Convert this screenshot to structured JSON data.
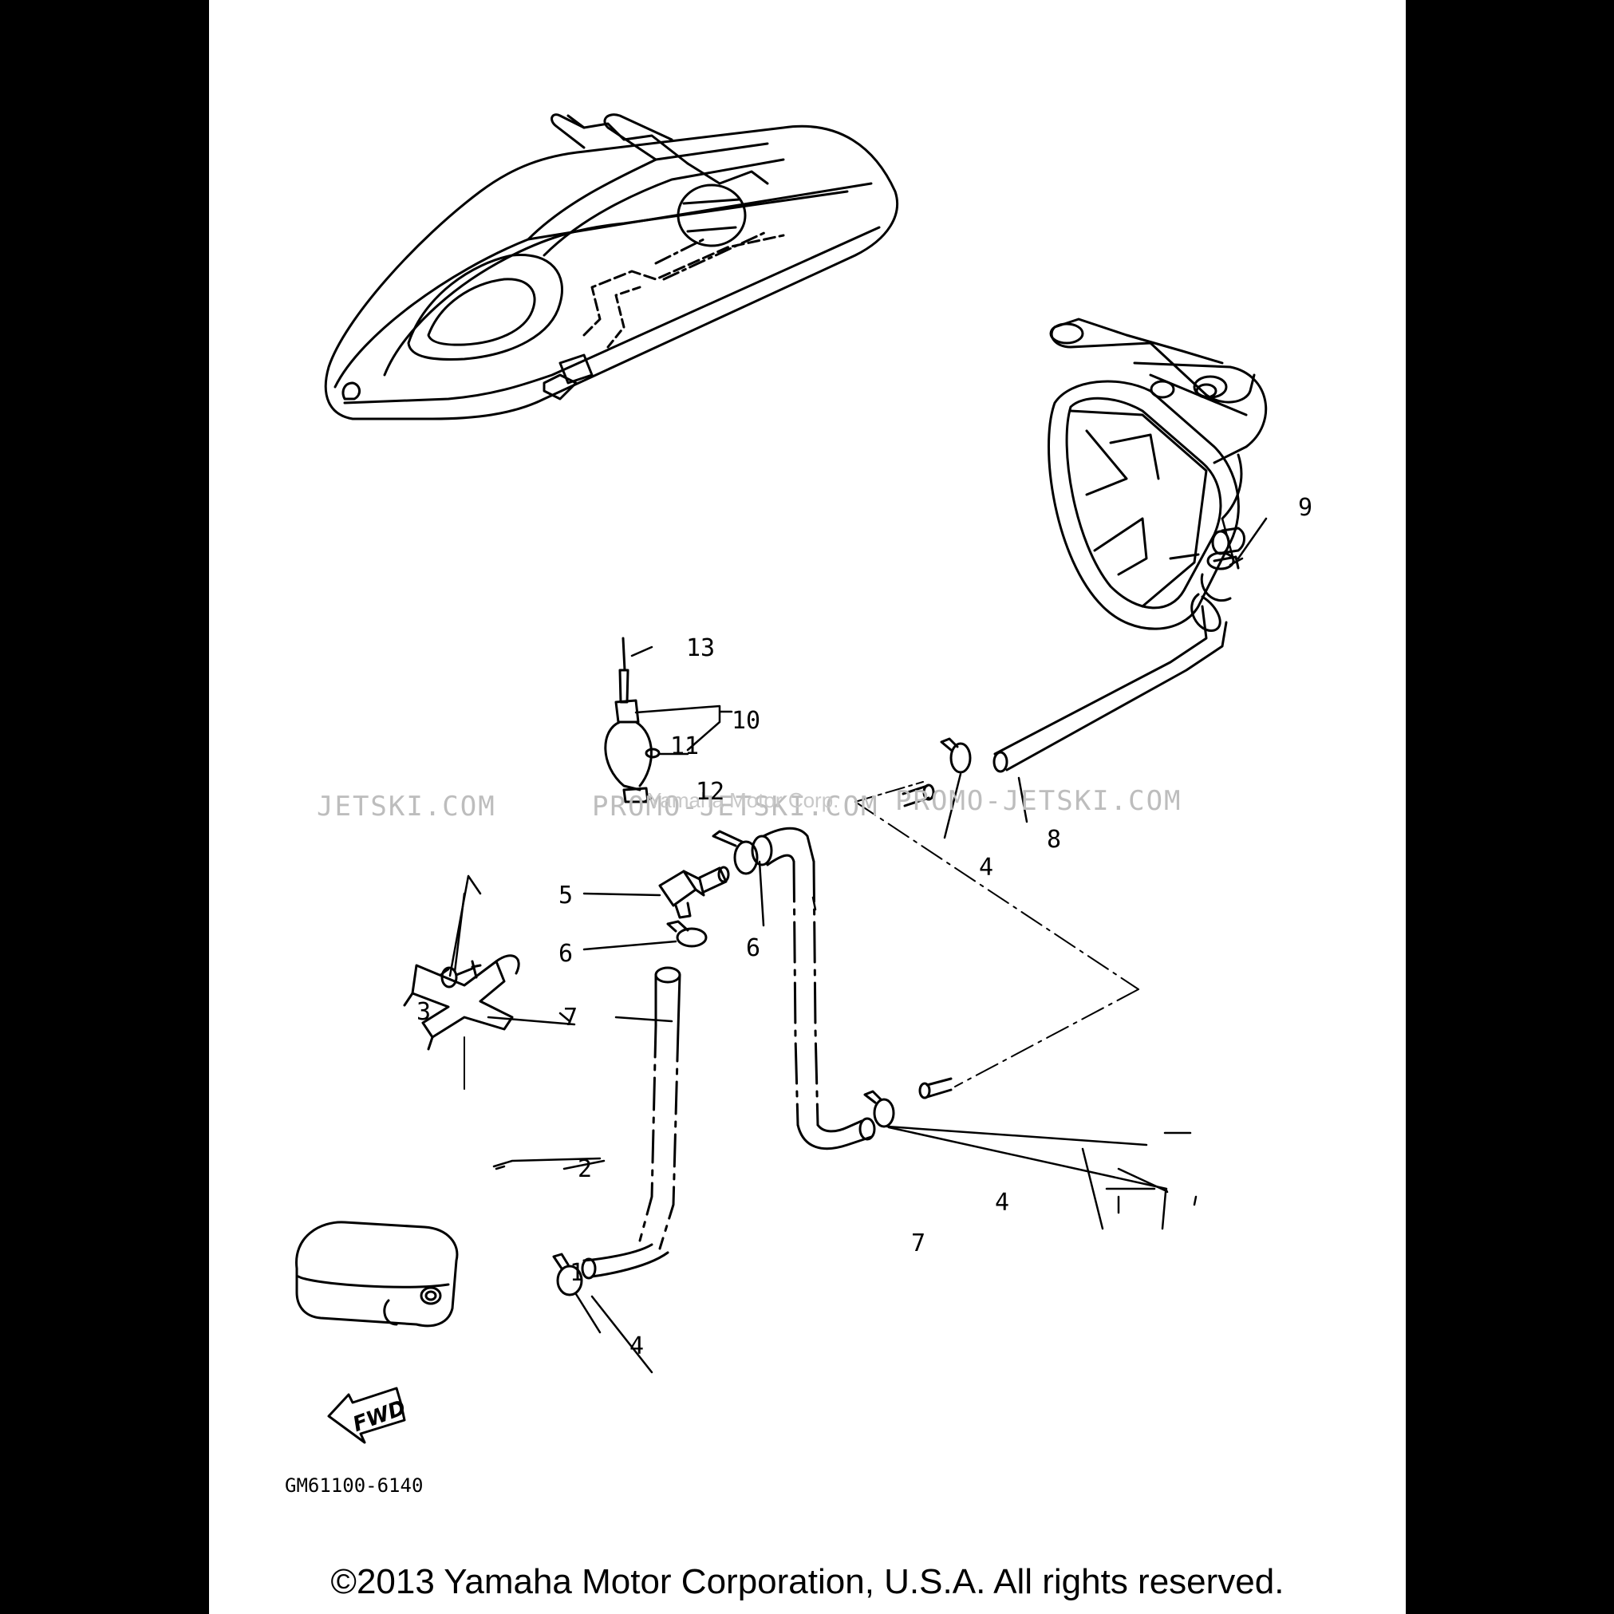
{
  "diagram": {
    "callouts": {
      "c1": "1",
      "c2": "2",
      "c3": "3",
      "c4a": "4",
      "c4b": "4",
      "c4c": "4",
      "c5": "5",
      "c6a": "6",
      "c6b": "6",
      "c7a": "7",
      "c7b": "7",
      "c8": "8",
      "c9": "9",
      "c10": "10",
      "c11": "11",
      "c12": "12",
      "c13": "13"
    },
    "watermark": {
      "left": "JETSKI.COM",
      "middle": "PROMO-JETSKI.COM",
      "overlay": "Yamaha Motor Corp.",
      "right": "PROMO-JETSKI.COM"
    },
    "fwd_label": "FWD",
    "drawing_code": "GM61100-6140"
  },
  "footer": {
    "copyright": "©2013 Yamaha Motor Corporation, U.S.A. All rights reserved."
  },
  "colors": {
    "line": "#000000",
    "paper": "#ffffff",
    "border": "#000000",
    "watermark": "#bdbdbd"
  }
}
